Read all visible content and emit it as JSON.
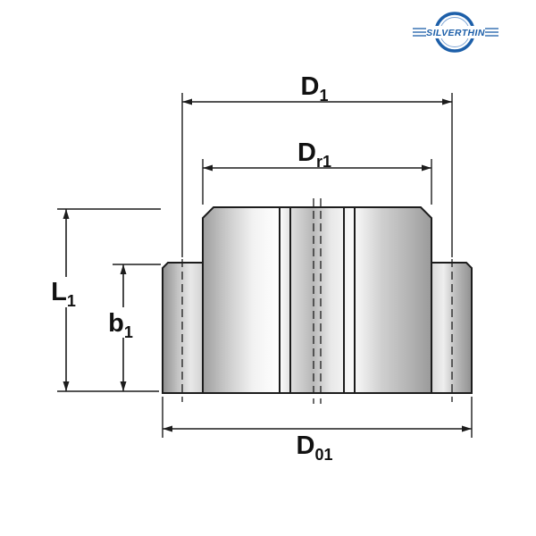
{
  "logo": {
    "brand": "SILVERTHIN"
  },
  "drawing": {
    "labels": {
      "d1": {
        "base": "D",
        "sub": "1"
      },
      "dr1": {
        "base": "D",
        "sub": "r1"
      },
      "l1": {
        "base": "L",
        "sub": "1"
      },
      "b1": {
        "base": "b",
        "sub": "1"
      },
      "d01": {
        "base": "D",
        "sub": "01"
      }
    }
  }
}
